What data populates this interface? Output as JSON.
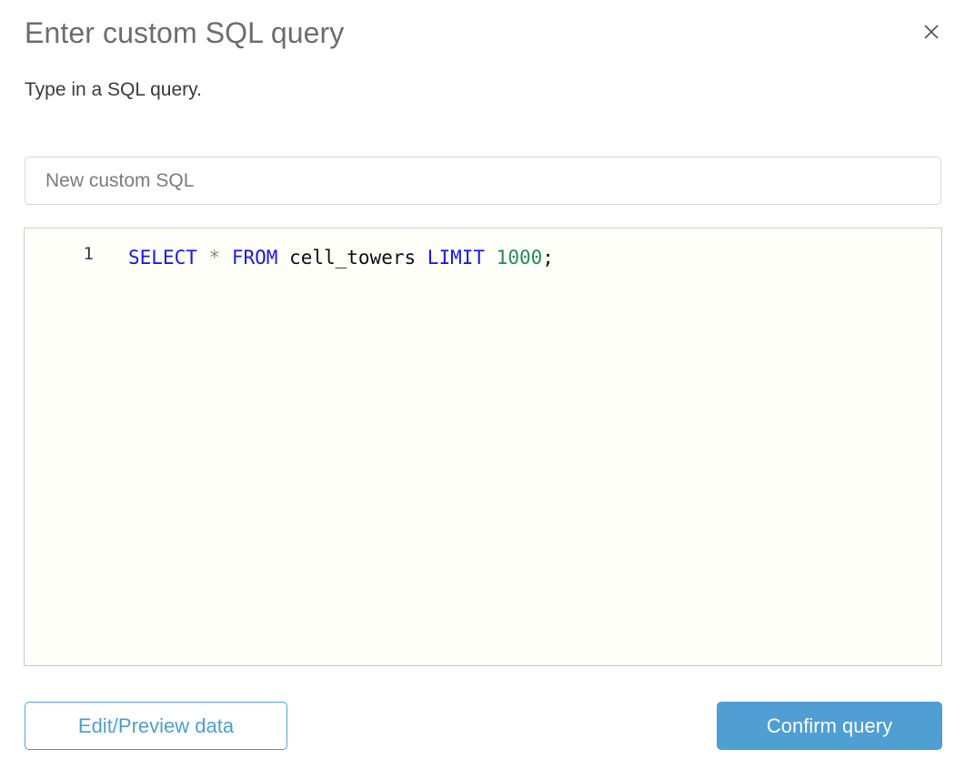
{
  "dialog": {
    "title": "Enter custom SQL query",
    "subtitle": "Type in a SQL query.",
    "close_icon": "close-icon"
  },
  "name_field": {
    "value": "",
    "placeholder": "New custom SQL"
  },
  "editor": {
    "line_number": "1",
    "query": "SELECT * FROM cell_towers LIMIT 1000;",
    "tokens": [
      {
        "text": "SELECT",
        "type": "keyword"
      },
      {
        "text": " ",
        "type": "plain"
      },
      {
        "text": "*",
        "type": "operator"
      },
      {
        "text": " ",
        "type": "plain"
      },
      {
        "text": "FROM",
        "type": "keyword"
      },
      {
        "text": " ",
        "type": "plain"
      },
      {
        "text": "cell_towers",
        "type": "identifier"
      },
      {
        "text": " ",
        "type": "plain"
      },
      {
        "text": "LIMIT",
        "type": "keyword"
      },
      {
        "text": " ",
        "type": "plain"
      },
      {
        "text": "1000",
        "type": "number"
      },
      {
        "text": ";",
        "type": "punctuation"
      }
    ]
  },
  "footer": {
    "secondary_label": "Edit/Preview data",
    "primary_label": "Confirm query"
  },
  "colors": {
    "accent": "#4f9ed4",
    "keyword": "#1818e8",
    "number": "#2a8a5e",
    "operator": "#8a8a8a",
    "title_text": "#6d6d6d",
    "editor_background": "#fffff9"
  }
}
